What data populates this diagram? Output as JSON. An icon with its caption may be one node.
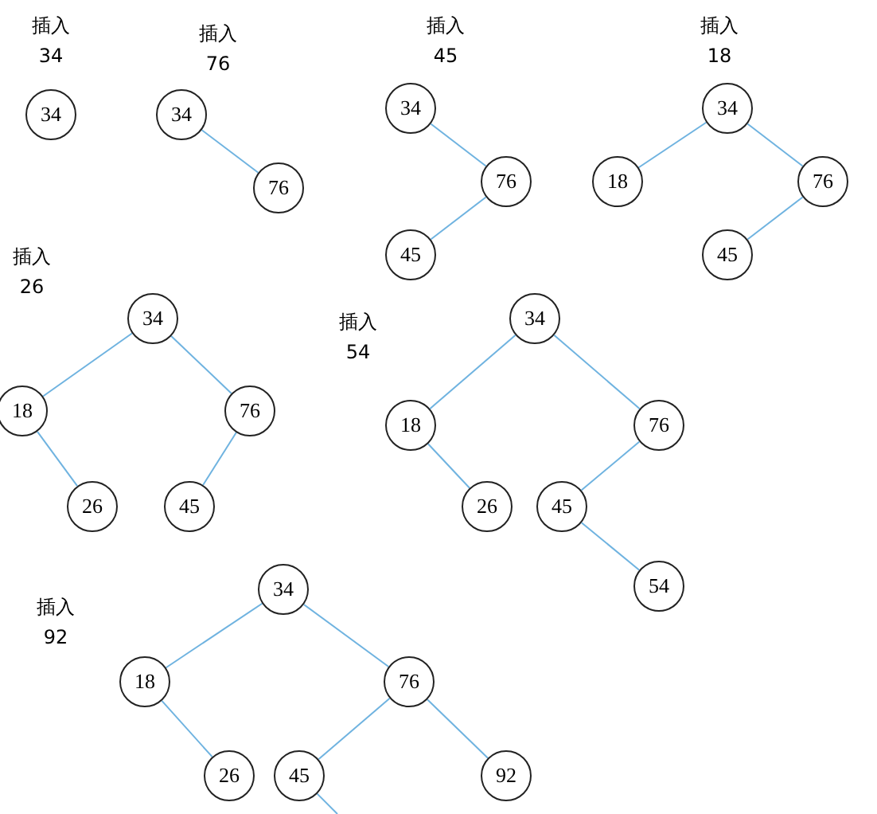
{
  "diagram": {
    "nodes": [
      {
        "text": [
          "34"
        ]
      },
      {
        "text": [
          "34"
        ]
      },
      {
        "text": [
          "76"
        ]
      },
      {
        "text": [
          "34"
        ]
      },
      {
        "text": [
          "76"
        ]
      },
      {
        "text": [
          "45"
        ]
      },
      {
        "text": [
          "34"
        ]
      },
      {
        "text": [
          "18"
        ]
      },
      {
        "text": [
          "76"
        ]
      },
      {
        "text": [
          "45"
        ]
      },
      {
        "text": [
          "34"
        ]
      },
      {
        "text": [
          "18"
        ]
      },
      {
        "text": [
          "76"
        ]
      },
      {
        "text": [
          "26"
        ]
      },
      {
        "text": [
          "45"
        ]
      },
      {
        "text": [
          "34"
        ]
      },
      {
        "text": [
          "18"
        ]
      },
      {
        "text": [
          "76"
        ]
      },
      {
        "text": [
          "26"
        ]
      },
      {
        "text": [
          "45"
        ]
      },
      {
        "text": [
          "54"
        ]
      },
      {
        "text": [
          "34"
        ]
      },
      {
        "text": [
          "18"
        ]
      },
      {
        "text": [
          "76"
        ]
      },
      {
        "text": [
          "26"
        ]
      },
      {
        "text": [
          "45"
        ]
      },
      {
        "text": [
          "92"
        ]
      }
    ],
    "edges": [
      {
        "from": 1,
        "to": 2,
        "arrow": "none"
      },
      {
        "from": 3,
        "to": 4,
        "arrow": "none"
      },
      {
        "from": 4,
        "to": 5,
        "arrow": "none"
      },
      {
        "from": 6,
        "to": 7,
        "arrow": "none"
      },
      {
        "from": 6,
        "to": 8,
        "arrow": "none"
      },
      {
        "from": 8,
        "to": 9,
        "arrow": "none"
      },
      {
        "from": 10,
        "to": 11,
        "arrow": "none"
      },
      {
        "from": 10,
        "to": 12,
        "arrow": "none"
      },
      {
        "from": 11,
        "to": 13,
        "arrow": "none"
      },
      {
        "from": 12,
        "to": 14,
        "arrow": "none"
      },
      {
        "from": 15,
        "to": 16,
        "arrow": "none"
      },
      {
        "from": 15,
        "to": 17,
        "arrow": "none"
      },
      {
        "from": 16,
        "to": 18,
        "arrow": "none"
      },
      {
        "from": 17,
        "to": 19,
        "arrow": "none"
      },
      {
        "from": 19,
        "to": 20,
        "arrow": "none"
      },
      {
        "from": 21,
        "to": 22,
        "arrow": "none"
      },
      {
        "from": 21,
        "to": 23,
        "arrow": "none"
      },
      {
        "from": 22,
        "to": 24,
        "arrow": "none"
      },
      {
        "from": 23,
        "to": 25,
        "arrow": "none"
      },
      {
        "from": 23,
        "to": 26,
        "arrow": "none"
      },
      {
        "from": 25,
        "to": null,
        "arrow": "none"
      }
    ],
    "labels": [
      "插入 34",
      "插入 76",
      "插入 45",
      "插入 18",
      "插入 26",
      "插入 54",
      "插入 92"
    ]
  }
}
